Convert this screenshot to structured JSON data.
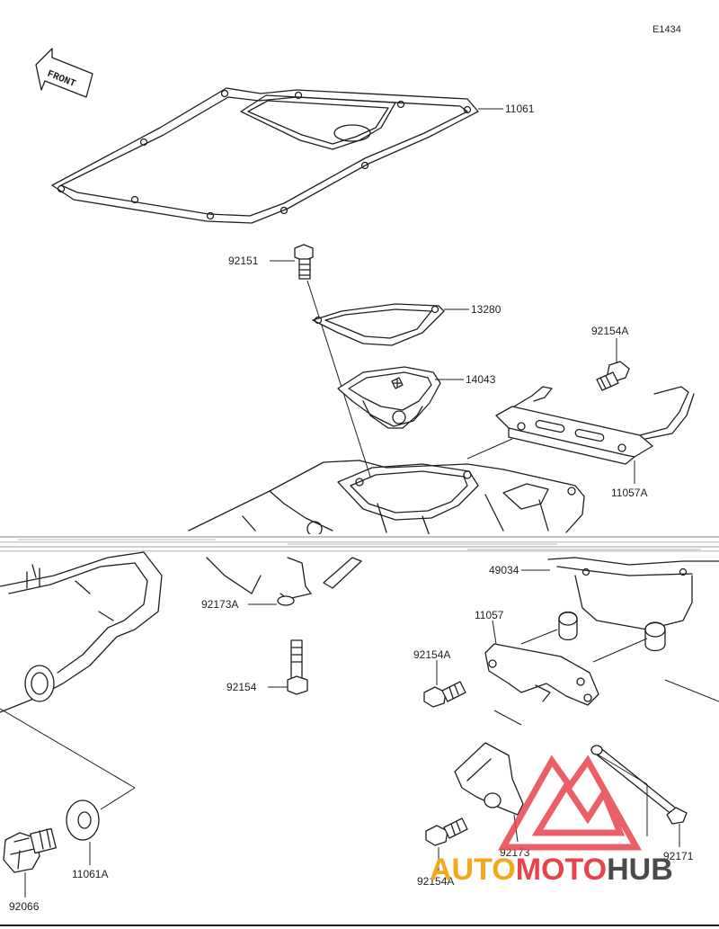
{
  "diagram_code": "E1434",
  "front_label": "FRONT",
  "watermark": {
    "part1": "AUTO",
    "part2": "MOTO",
    "part3": "HUB",
    "color_part1": "#f2a81d",
    "color_part2": "#e8434c",
    "color_part3": "#4a4a4a",
    "logo_color": "#e8434c"
  },
  "parts": [
    {
      "id": "p11061",
      "label": "11061"
    },
    {
      "id": "p92151",
      "label": "92151"
    },
    {
      "id": "p13280",
      "label": "13280"
    },
    {
      "id": "p14043",
      "label": "14043"
    },
    {
      "id": "p92154A_top",
      "label": "92154A"
    },
    {
      "id": "p11057A",
      "label": "11057A"
    },
    {
      "id": "p49034",
      "label": "49034"
    },
    {
      "id": "p92173A",
      "label": "92173A"
    },
    {
      "id": "p11057",
      "label": "11057"
    },
    {
      "id": "p92154A_mid",
      "label": "92154A"
    },
    {
      "id": "p92154",
      "label": "92154"
    },
    {
      "id": "p92173",
      "label": "92173"
    },
    {
      "id": "p92171",
      "label": "92171"
    },
    {
      "id": "p92154A_bot",
      "label": "92154A"
    },
    {
      "id": "p11061A",
      "label": "11061A"
    },
    {
      "id": "p92066",
      "label": "92066"
    }
  ]
}
